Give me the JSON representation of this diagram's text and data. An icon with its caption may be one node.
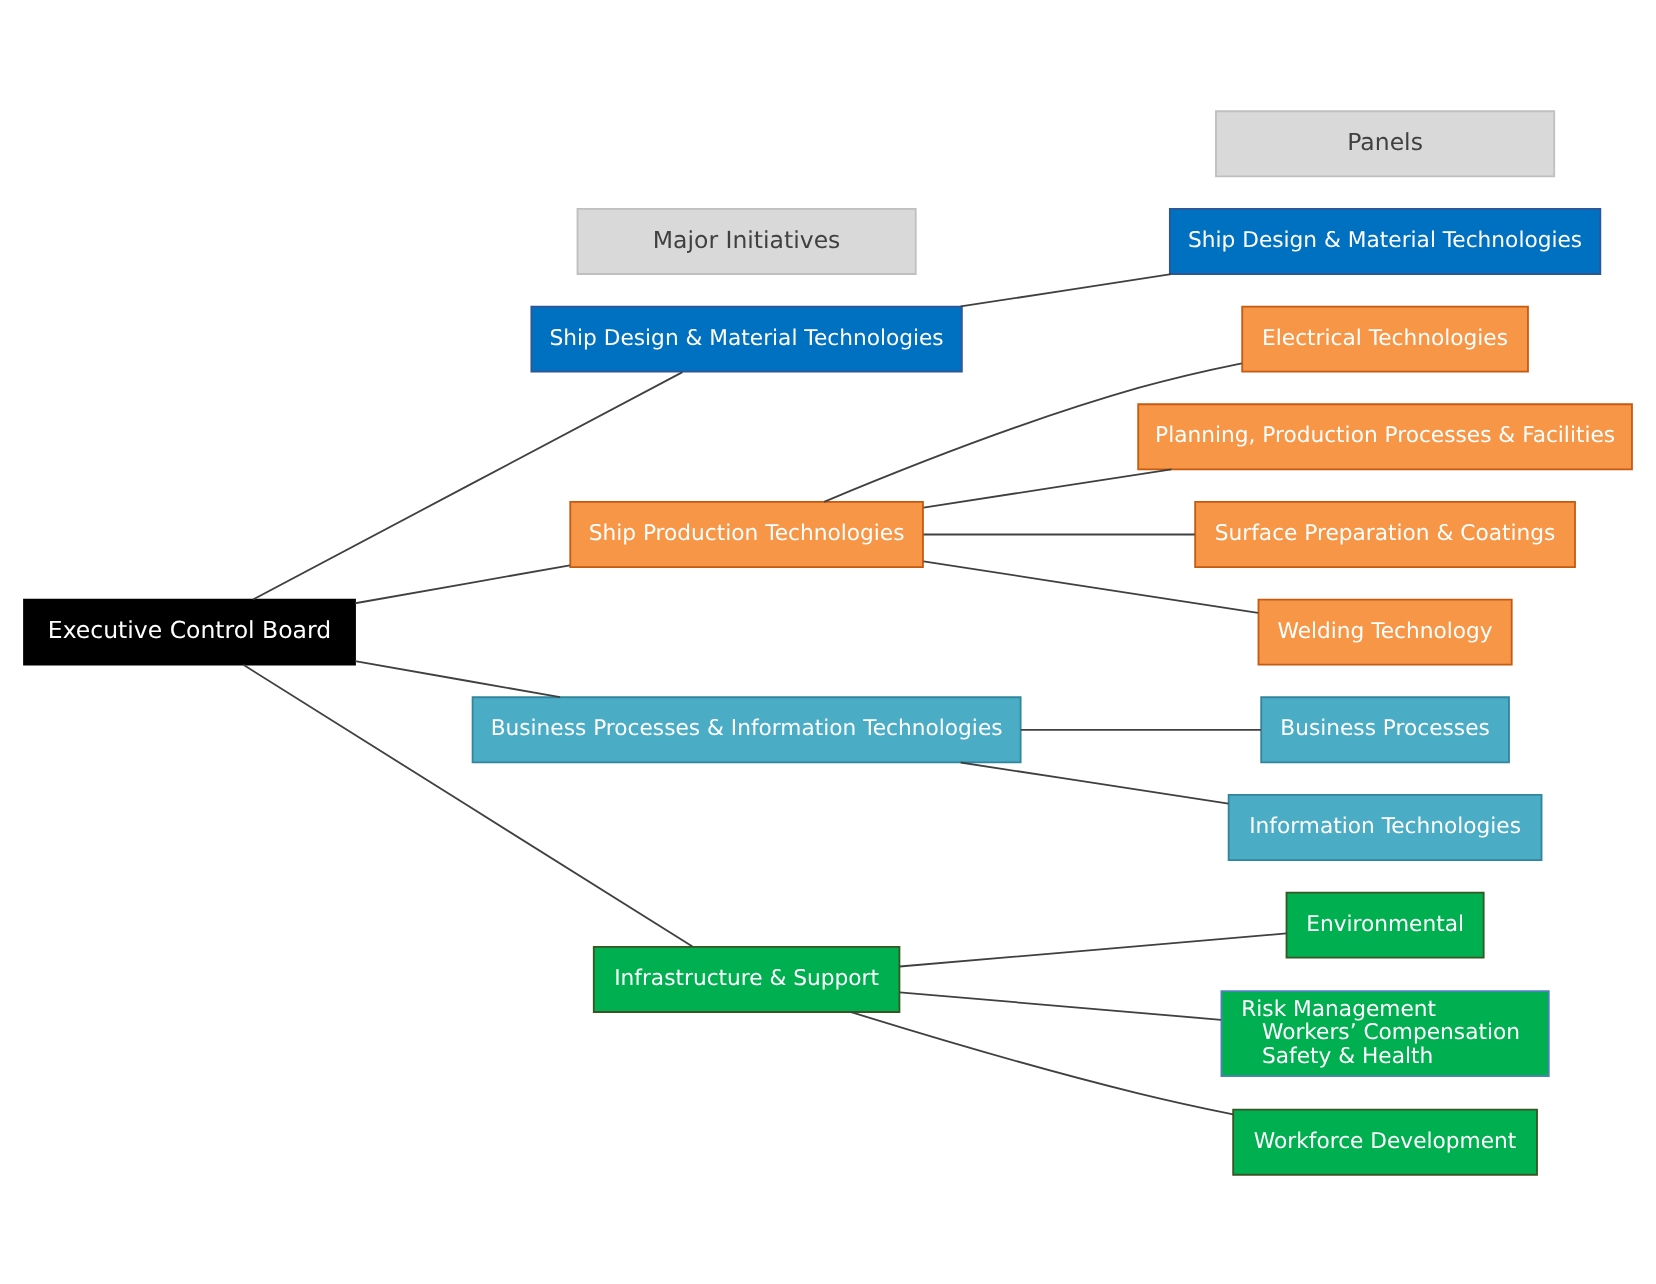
{
  "diagram": {
    "nodes": [
      {
        "text": [
          "Major Initiatives"
        ]
      },
      {
        "text": [
          "Panels"
        ]
      },
      {
        "text": [
          "Executive Control Board"
        ]
      },
      {
        "text": [
          "Ship Design & Material Technologies"
        ]
      },
      {
        "text": [
          "Ship Production Technologies"
        ]
      },
      {
        "text": [
          "Business Processes & Information Technologies"
        ]
      },
      {
        "text": [
          "Infrastructure & Support"
        ]
      },
      {
        "text": [
          "Ship Design & Material Technologies"
        ]
      },
      {
        "text": [
          "Electrical Technologies"
        ]
      },
      {
        "text": [
          "Planning, Production Processes & Facilities"
        ]
      },
      {
        "text": [
          "Surface Preparation & Coatings"
        ]
      },
      {
        "text": [
          "Welding Technology"
        ]
      },
      {
        "text": [
          "Business Processes"
        ]
      },
      {
        "text": [
          "Information Technologies"
        ]
      },
      {
        "text": [
          "Environmental"
        ]
      },
      {
        "text": [
          "Risk Management",
          "Workers’ Compensation",
          "Safety & Health"
        ]
      },
      {
        "text": [
          "Workforce Development"
        ]
      }
    ],
    "edges": [
      {
        "from": 2,
        "to": 3,
        "arrow": "none"
      },
      {
        "from": 2,
        "to": 4,
        "arrow": "none"
      },
      {
        "from": 2,
        "to": 5,
        "arrow": "none"
      },
      {
        "from": 2,
        "to": 6,
        "arrow": "none"
      },
      {
        "from": 3,
        "to": 7,
        "arrow": "none"
      },
      {
        "from": 4,
        "to": 8,
        "arrow": "none"
      },
      {
        "from": 4,
        "to": 9,
        "arrow": "none"
      },
      {
        "from": 4,
        "to": 10,
        "arrow": "none"
      },
      {
        "from": 4,
        "to": 11,
        "arrow": "none"
      },
      {
        "from": 5,
        "to": 12,
        "arrow": "none"
      },
      {
        "from": 5,
        "to": 13,
        "arrow": "none"
      },
      {
        "from": 6,
        "to": 14,
        "arrow": "none"
      },
      {
        "from": 6,
        "to": 15,
        "arrow": "none"
      },
      {
        "from": 6,
        "to": 16,
        "arrow": "none"
      }
    ]
  }
}
